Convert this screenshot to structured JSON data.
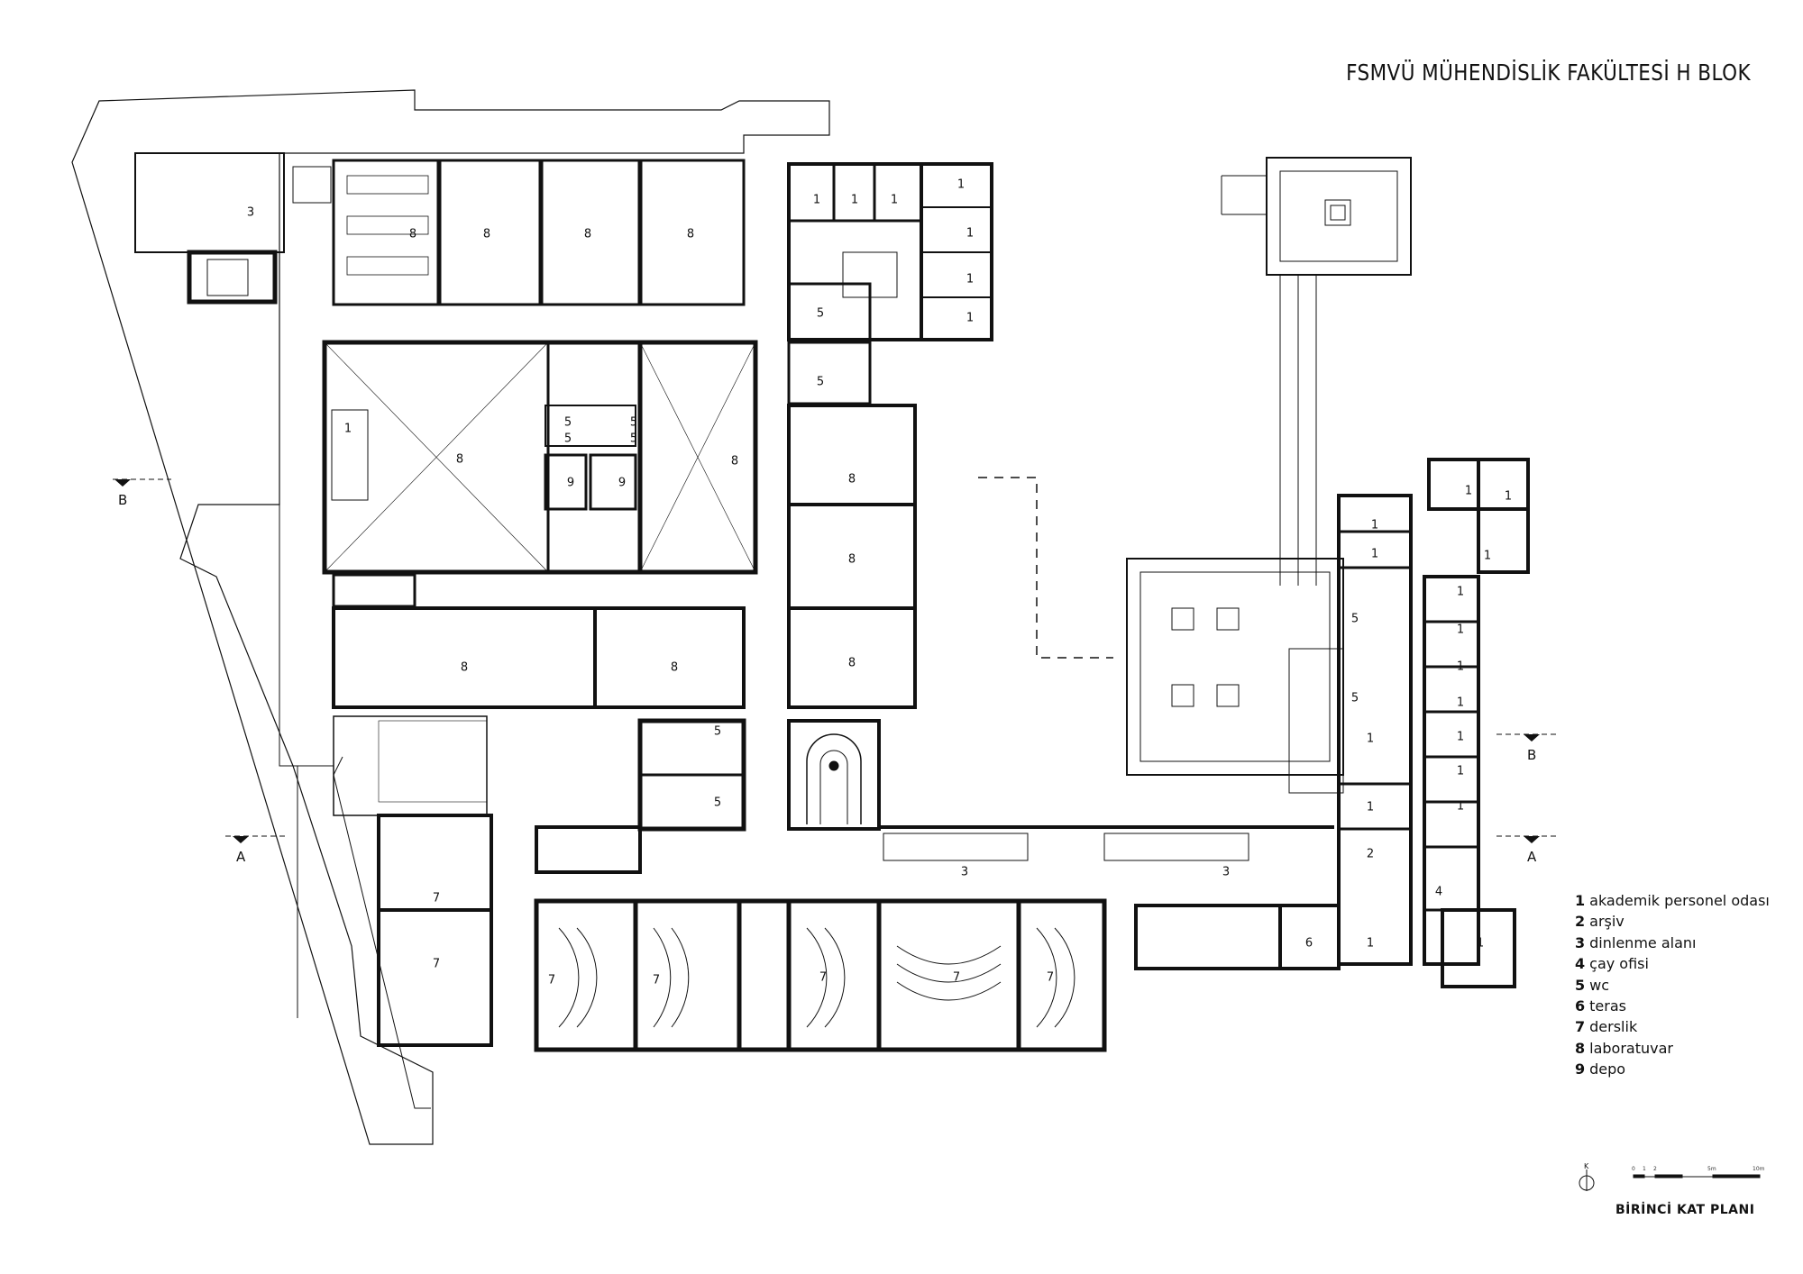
{
  "title": "FSMVÜ MÜHENDİSLİK FAKÜLTESİ H BLOK",
  "plan_title": "BİRİNCİ KAT PLANI",
  "north_label": "K",
  "legend": [
    {
      "num": "1",
      "label": "akademik personel odası"
    },
    {
      "num": "2",
      "label": "arşiv"
    },
    {
      "num": "3",
      "label": "dinlenme alanı"
    },
    {
      "num": "4",
      "label": "çay ofisi"
    },
    {
      "num": "5",
      "label": "wc"
    },
    {
      "num": "6",
      "label": "teras"
    },
    {
      "num": "7",
      "label": "derslik"
    },
    {
      "num": "8",
      "label": "laboratuvar"
    },
    {
      "num": "9",
      "label": "depo"
    }
  ],
  "section_labels": {
    "a_left": "A",
    "a_right": "A",
    "b_left": "B",
    "b_right": "B"
  },
  "scale_labels": [
    "0",
    "1",
    "2",
    "5m",
    "10m"
  ],
  "room_labels": {
    "r3_nw": "3",
    "r8_a": "8",
    "r8_b": "8",
    "r8_c": "8",
    "r8_d": "8",
    "r1_a": "1",
    "r1_b": "1",
    "r1_c": "1",
    "r1_d": "1",
    "r1_e": "1",
    "r1_f": "1",
    "r1_g": "1",
    "r5_a": "5",
    "r5_b": "5",
    "r1_lab": "1",
    "r5_c": "5",
    "r5_d": "5",
    "r5_e": "5",
    "r5_f": "5",
    "r9_a": "9",
    "r9_b": "9",
    "r8_big": "8",
    "r8_e": "8",
    "r8_f": "8",
    "r8_g": "8",
    "r8_h": "8",
    "r8_i": "8",
    "r8_j": "8",
    "r5_g": "5",
    "r5_h": "5",
    "r7_a": "7",
    "r7_b": "7",
    "r7_c": "7",
    "r7_d": "7",
    "r7_e": "7",
    "r7_f": "7",
    "r7_g": "7",
    "r3_s1": "3",
    "r3_s2": "3",
    "r6": "6",
    "r1_e1": "1",
    "r1_e2": "1",
    "r1_e3": "1",
    "r1_e4": "1",
    "r1_e5": "1",
    "r1_e6": "1",
    "r1_e7": "1",
    "r1_e8": "1",
    "r1_e9": "1",
    "r1_e10": "1",
    "r1_e11": "1",
    "r1_e12": "1",
    "r1_e13": "1",
    "r1_e14": "1",
    "r1_e15": "1",
    "r5_i": "5",
    "r5_j": "5",
    "r2": "2",
    "r4": "4",
    "r1_e16": "1"
  }
}
